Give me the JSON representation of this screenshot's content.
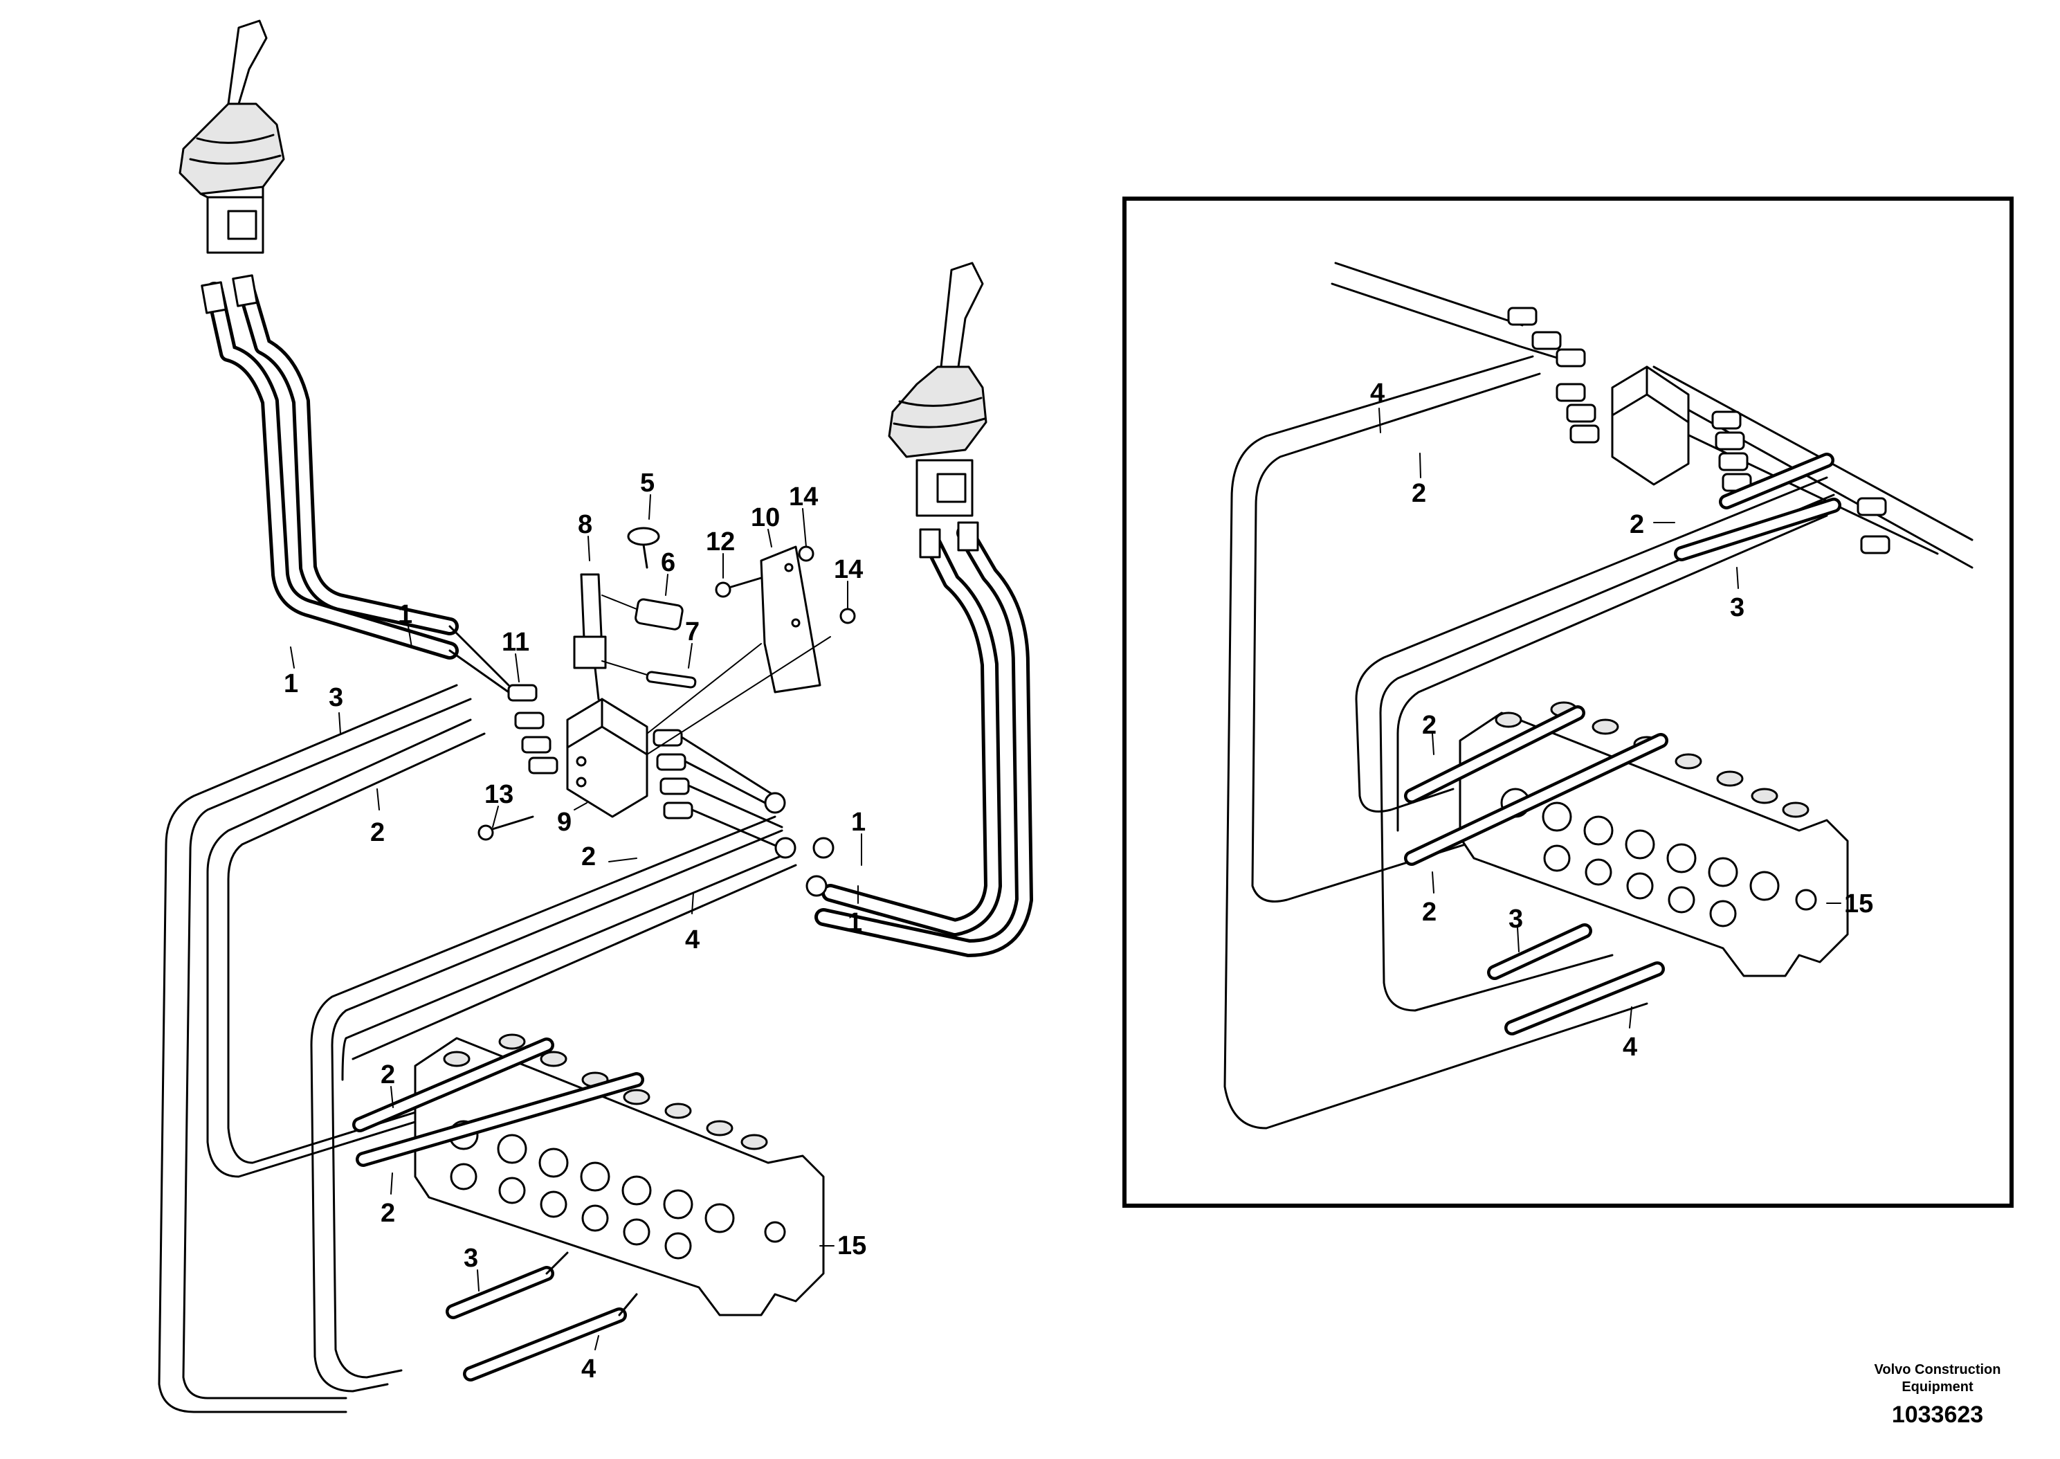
{
  "diagram": {
    "brand_line1": "Volvo Construction",
    "brand_line2": "Equipment",
    "drawing_number": "1033623",
    "callouts_main": {
      "c1a": "1",
      "c1b": "1",
      "c1c": "1",
      "c1d": "1",
      "c2a": "2",
      "c2b": "2",
      "c2c": "2",
      "c2d": "2",
      "c3a": "3",
      "c3b": "3",
      "c4a": "4",
      "c4b": "4",
      "c5": "5",
      "c6": "6",
      "c7": "7",
      "c8": "8",
      "c9": "9",
      "c10": "10",
      "c11": "11",
      "c12": "12",
      "c13": "13",
      "c14a": "14",
      "c14b": "14",
      "c15": "15"
    },
    "callouts_inset": {
      "c4a": "4",
      "c2a": "2",
      "c2b": "2",
      "c3a": "3",
      "c2c": "2",
      "c2d": "2",
      "c3b": "3",
      "c4b": "4",
      "c15": "15"
    }
  }
}
